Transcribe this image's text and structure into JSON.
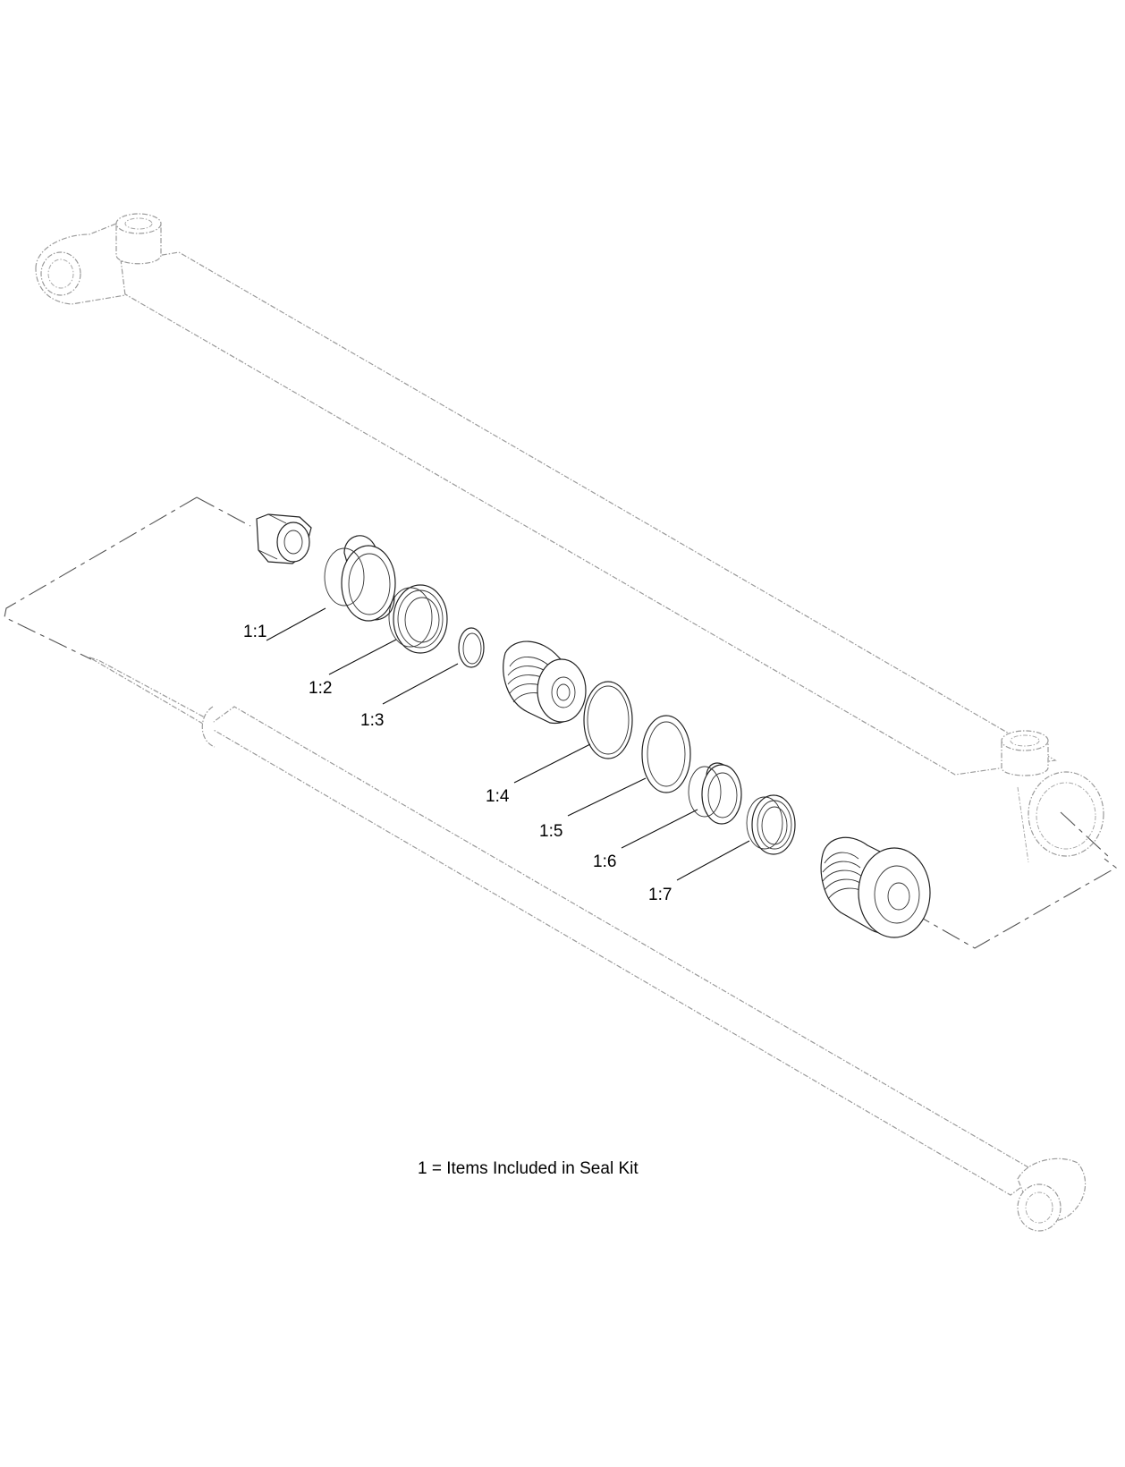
{
  "callouts": [
    {
      "label": "1:1"
    },
    {
      "label": "1:2"
    },
    {
      "label": "1:3"
    },
    {
      "label": "1:4"
    },
    {
      "label": "1:5"
    },
    {
      "label": "1:6"
    },
    {
      "label": "1:7"
    }
  ],
  "note": "1 = Items Included in Seal Kit",
  "colors": {
    "line": "#222222",
    "ghost": "#9a9a9a",
    "background": "#ffffff"
  }
}
